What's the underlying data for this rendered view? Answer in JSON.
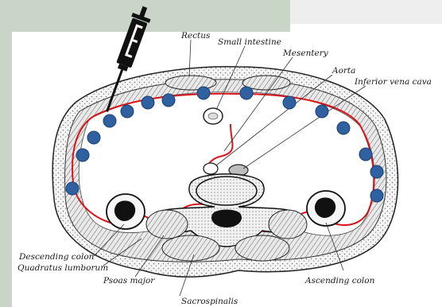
{
  "colors": {
    "background_panel": "#c9d6c7",
    "background_top_right": "#eeeeee",
    "peritoneum_line": "#d9141a",
    "injection_dots": "#2f60a0",
    "syringe": "#111111"
  },
  "icons": {
    "syringe": "syringe-icon"
  },
  "labels": {
    "rectus": "Rectus",
    "small_intestine": "Small intestine",
    "mesentery": "Mesentery",
    "aorta": "Aorta",
    "inferior_vena_cava": "Inferior vena cava",
    "descending_colon": "Descending colon",
    "quadratus_lumborum": "Quadratus lumborum",
    "psoas_major": "Psoas major",
    "sacrospinalis": "Sacrospinalis",
    "ascending_colon": "Ascending colon"
  },
  "injection_site_count": 15
}
